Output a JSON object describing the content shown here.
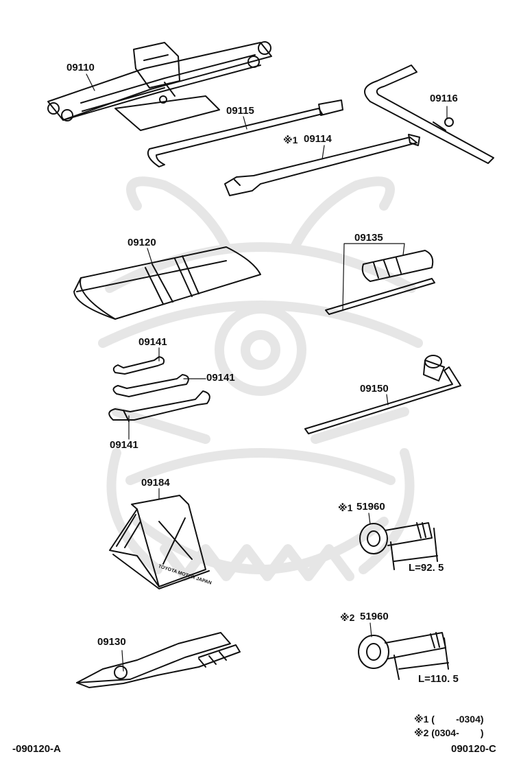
{
  "parts": {
    "jack": "09110",
    "jack_handle": "09115",
    "jack_handle_ext": "09114",
    "jack_handle_ext_note": "※1",
    "wheel_wrench_bar": "09116",
    "tool_bag": "09120",
    "screwdriver": "09135",
    "wrench_a": "09141",
    "wrench_b": "09141",
    "wrench_c": "09141",
    "wheel_nut_wrench": "09150",
    "wheel_chock": "09184",
    "wheel_chock_text": "TOYOTA MOTOR JAPAN",
    "tow_hook_1": "51960",
    "tow_hook_1_note": "※1",
    "tow_hook_1_length": "L=92. 5",
    "tow_hook_2": "51960",
    "tow_hook_2_note": "※2",
    "tow_hook_2_length": "L=110. 5",
    "pliers": "09130"
  },
  "footnotes": {
    "note1": "※1 (        -0304)",
    "note2": "※2 (0304-        )"
  },
  "figure_codes": {
    "left": "-090120-A",
    "right": "090120-C"
  },
  "colors": {
    "line": "#111111",
    "watermark": "#e6e6e6"
  }
}
